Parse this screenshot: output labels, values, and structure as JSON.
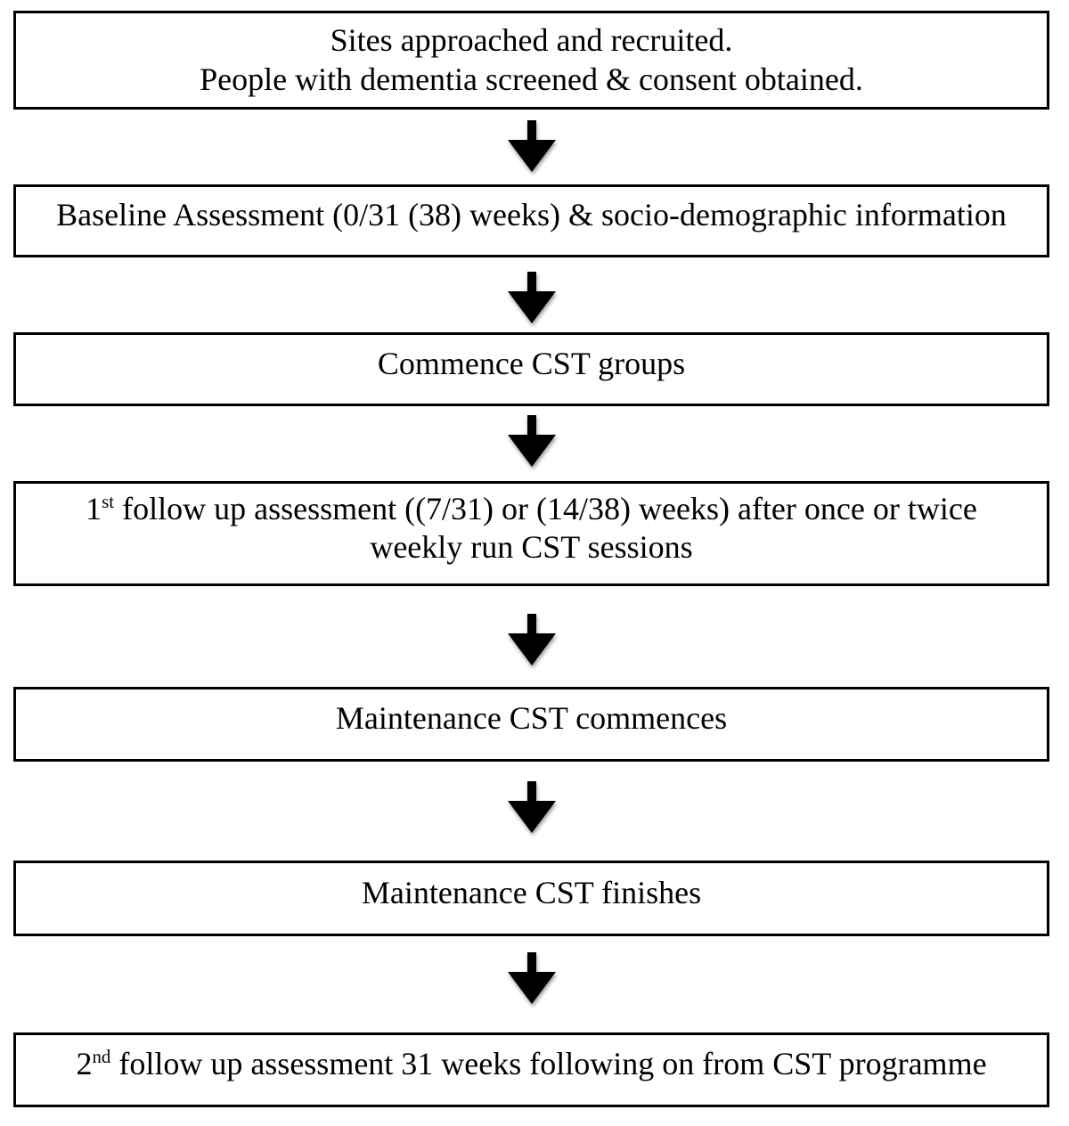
{
  "page": {
    "background_color": "#ffffff",
    "box_border_color": "#000000",
    "text_color": "#000000",
    "arrow_color": "#000000"
  },
  "flowchart": {
    "boxes": [
      {
        "id": "sites-approached",
        "lines": [
          "Sites approached and recruited.",
          "People with dementia screened & consent obtained."
        ]
      },
      {
        "id": "baseline-assessment",
        "lines": [
          "Baseline Assessment (0/31 (38) weeks) & socio-demographic information"
        ]
      },
      {
        "id": "commence-cst-groups",
        "lines": [
          "Commence CST groups"
        ]
      },
      {
        "id": "first-follow-up-assessment",
        "ordinal": "1",
        "ordinal_suffix": "st",
        "line1_rest": " follow up assessment ((7/31) or (14/38) weeks) after once or twice",
        "line2": "weekly run CST sessions"
      },
      {
        "id": "maintenance-cst-commences",
        "lines": [
          "Maintenance CST commences"
        ]
      },
      {
        "id": "maintenance-cst-finishes",
        "lines": [
          "Maintenance CST finishes"
        ]
      },
      {
        "id": "second-follow-up-assessment",
        "ordinal": "2",
        "ordinal_suffix": "nd",
        "line1_rest": " follow up assessment 31 weeks following on from CST programme"
      }
    ],
    "connector_icon": "down-arrow"
  }
}
